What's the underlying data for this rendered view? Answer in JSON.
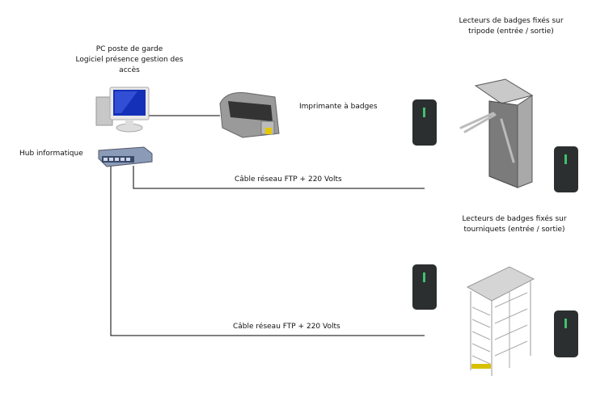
{
  "pc": {
    "title": "PC poste de garde",
    "subtitle": "Logiciel présence gestion des",
    "subtitle2": "accès"
  },
  "hub": {
    "label": "Hub informatique"
  },
  "printer": {
    "label": "Imprimante à badges"
  },
  "cable_top": {
    "label": "Câble réseau FTP + 220 Volts"
  },
  "cable_bottom": {
    "label": "Câble réseau FTP + 220 Volts"
  },
  "tripod": {
    "line1": "Lecteurs de badges fixés sur",
    "line2": "tripode (entrée / sortie)"
  },
  "turnstile": {
    "line1": "Lecteurs de badges fixés sur",
    "line2": "tourniquets (entrée / sortie)"
  }
}
